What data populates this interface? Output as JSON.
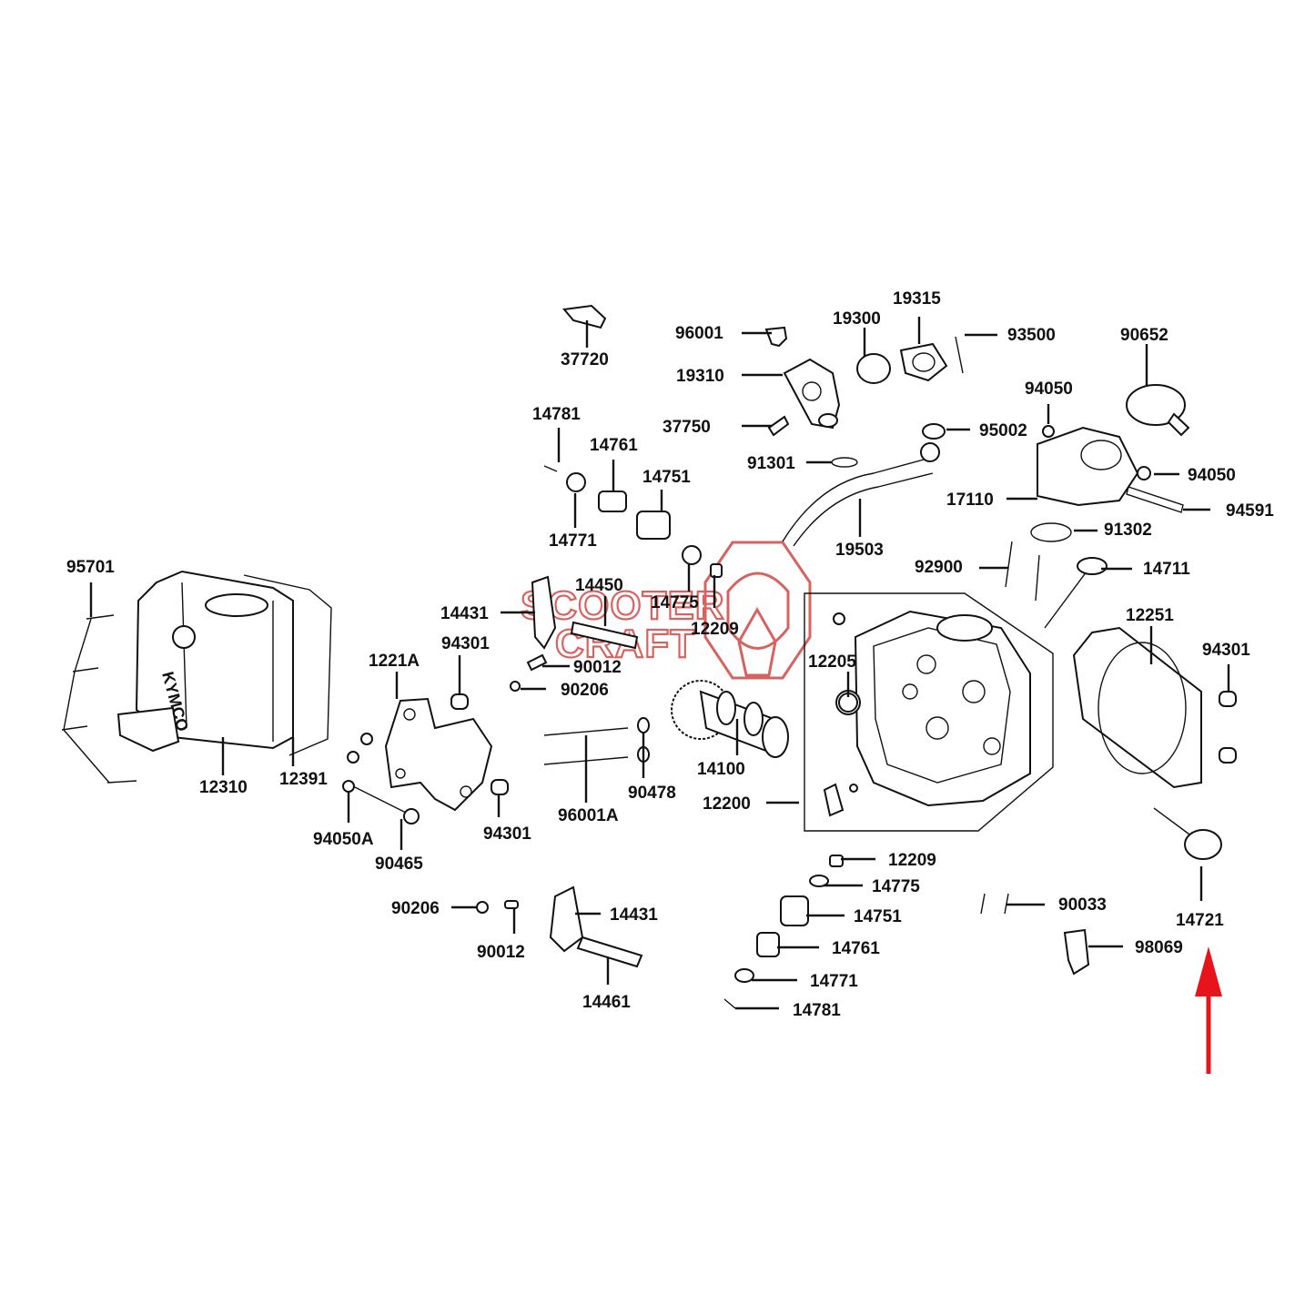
{
  "colors": {
    "ink": "#111111",
    "arrow": "#e8141b",
    "watermark": "#c9302c"
  },
  "watermark": {
    "line1": "SCOOTER",
    "line2": "CRAFT",
    "icon": "helmet-logo-icon"
  },
  "labels": {
    "p37720": "37720",
    "p96001": "96001",
    "p19300": "19300",
    "p19315": "19315",
    "p93500": "93500",
    "p90652": "90652",
    "p19310": "19310",
    "p14781a": "14781",
    "p14761a": "14761",
    "p37750": "37750",
    "p95002": "95002",
    "p94050a": "94050",
    "p14751a": "14751",
    "p91301": "91301",
    "p94050b": "94050",
    "p17110": "17110",
    "p94591": "94591",
    "p14771a": "14771",
    "p91302": "91302",
    "p19503": "19503",
    "p95701": "95701",
    "p14450": "14450",
    "p92900": "92900",
    "p14711": "14711",
    "p14775a": "14775",
    "p14431a": "14431",
    "p12209a": "12209",
    "p12251": "12251",
    "p94301a": "94301",
    "p94301c": "94301",
    "p1221A": "1221A",
    "p90012a": "90012",
    "p12205": "12205",
    "p90206a": "90206",
    "p14100": "14100",
    "p12310": "12310",
    "p12391": "12391",
    "p90478": "90478",
    "p12200": "12200",
    "p96001A": "96001A",
    "p94301b": "94301",
    "p94050A": "94050A",
    "p90465": "90465",
    "p12209b": "12209",
    "p14775b": "14775",
    "p14751b": "14751",
    "p90033": "90033",
    "p14721": "14721",
    "p90206b": "90206",
    "p14431b": "14431",
    "p14761b": "14761",
    "p98069": "98069",
    "p90012b": "90012",
    "p14771b": "14771",
    "p14461": "14461",
    "p14781b": "14781"
  }
}
